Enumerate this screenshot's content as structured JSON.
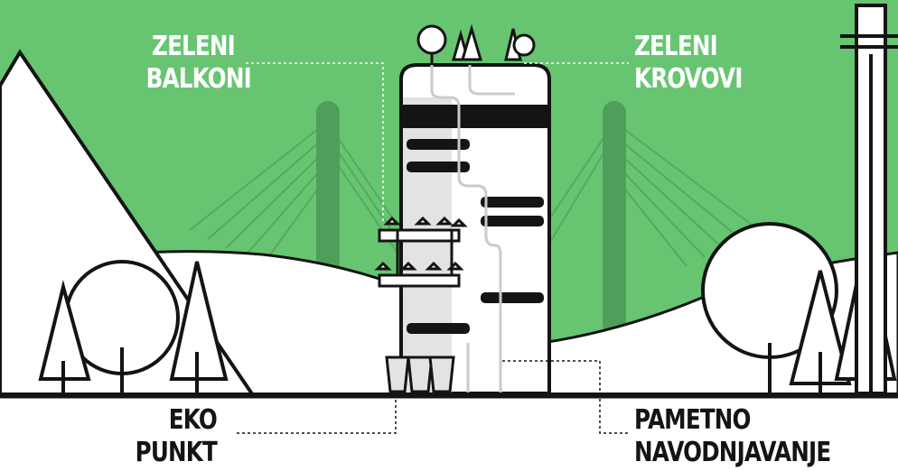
{
  "labels": {
    "green_balconies": {
      "line1": "ZELENI",
      "line2": "BALKONI"
    },
    "green_roofs": {
      "line1": "ZELENI",
      "line2": "KROVOVI"
    },
    "eco_point": {
      "line1": "EKO",
      "line2": "PUNKT"
    },
    "smart_irrigation": {
      "line1": "PAMETNO",
      "line2": "NAVODNJAVANJE"
    }
  },
  "colors": {
    "sky_green": "#67c571",
    "pylon_green": "#4f9e5c",
    "ink": "#141414",
    "pipe_gray": "#c8cdcb",
    "facade_gray": "#e1e4e3",
    "white": "#ffffff"
  }
}
